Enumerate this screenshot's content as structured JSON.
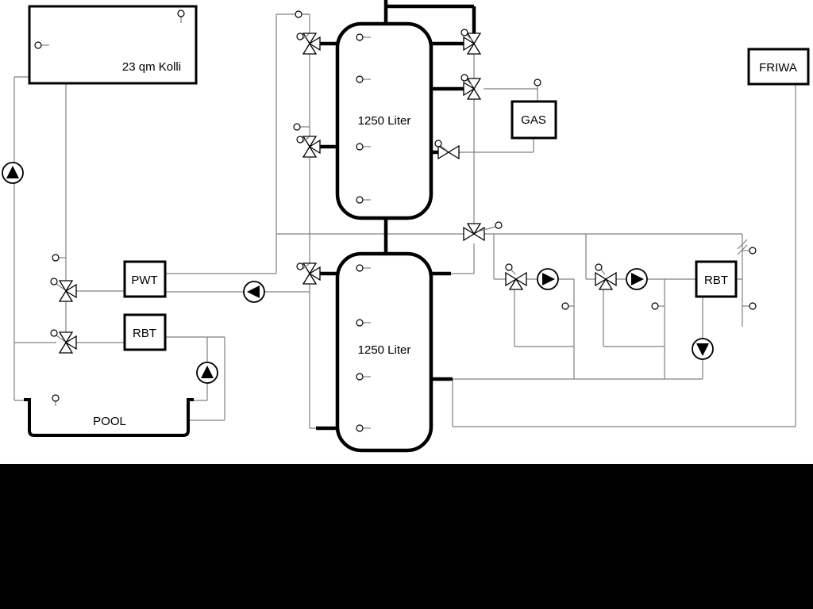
{
  "diagram": {
    "collector": {
      "label": "23 qm Kolli"
    },
    "tank_upper": {
      "label": "1250 Liter"
    },
    "tank_lower": {
      "label": "1250 Liter"
    },
    "gas_boiler": {
      "label": "GAS"
    },
    "friwa": {
      "label": "FRIWA"
    },
    "pwt": {
      "label": "PWT"
    },
    "rbt_pool": {
      "label": "RBT"
    },
    "rbt_dhw": {
      "label": "RBT"
    },
    "pool": {
      "label": "POOL"
    },
    "icons": {
      "pump": "circle-with-solid-triangle",
      "valve": "hourglass-three-way-valve",
      "sensor": "lollipop-temperature-sensor"
    },
    "colors": {
      "pipe_thin": "#808080",
      "pipe_thick": "#000000",
      "component_stroke": "#000000",
      "background": "#ffffff",
      "letterbox": "#000000"
    }
  }
}
